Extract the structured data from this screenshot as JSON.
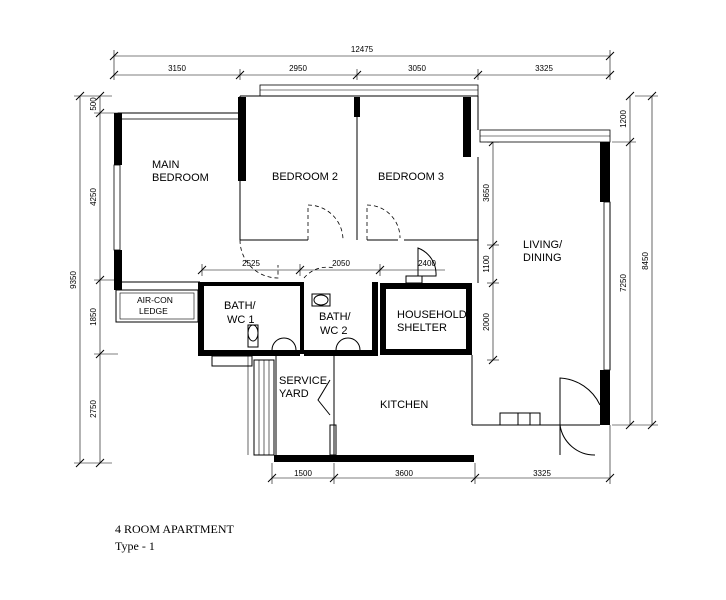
{
  "dimensions": {
    "total_width": "12475",
    "top": [
      "3150",
      "2950",
      "3050",
      "3325"
    ],
    "left_total": "9350",
    "left": [
      "500",
      "4250",
      "1850",
      "2750"
    ],
    "right_outer": "8450",
    "right_inner": [
      "1200",
      "7250"
    ],
    "inner_right": [
      "3650",
      "1100",
      "2000"
    ],
    "inner_mid": [
      "2525",
      "2050",
      "2400"
    ],
    "bottom": [
      "1500",
      "3600",
      "3325"
    ]
  },
  "rooms": {
    "main_bedroom": [
      "MAIN",
      "BEDROOM"
    ],
    "bedroom2": "BEDROOM 2",
    "bedroom3": "BEDROOM 3",
    "living": [
      "LIVING/",
      "DINING"
    ],
    "aircon": [
      "AIR-CON",
      "LEDGE"
    ],
    "bath1": [
      "BATH/",
      "WC 1"
    ],
    "bath2": [
      "BATH/",
      "WC 2"
    ],
    "shelter": [
      "HOUSEHOLD",
      "SHELTER"
    ],
    "service": [
      "SERVICE",
      "YARD"
    ],
    "kitchen": "KITCHEN"
  },
  "caption": {
    "title": "4 ROOM APARTMENT",
    "type": "Type - 1"
  }
}
